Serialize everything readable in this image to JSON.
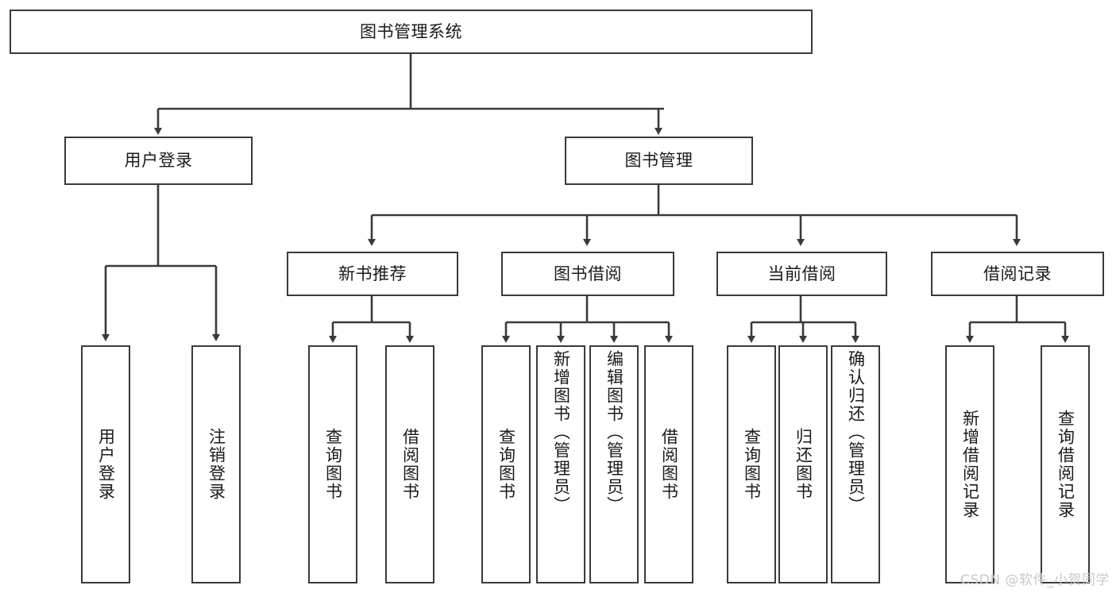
{
  "diagram": {
    "type": "tree-hierarchy",
    "title": "图书管理系统",
    "root": {
      "id": "root",
      "label": "图书管理系统"
    },
    "level1": [
      {
        "id": "user-login",
        "label": "用户登录"
      },
      {
        "id": "book-management",
        "label": "图书管理"
      }
    ],
    "level2": [
      {
        "id": "new-book-recommend",
        "label": "新书推荐",
        "parent": "book-management"
      },
      {
        "id": "book-borrow",
        "label": "图书借阅",
        "parent": "book-management"
      },
      {
        "id": "current-borrow",
        "label": "当前借阅",
        "parent": "book-management"
      },
      {
        "id": "borrow-record",
        "label": "借阅记录",
        "parent": "book-management"
      }
    ],
    "leaves": [
      {
        "id": "leaf-user-login",
        "label": "用户登录",
        "parent": "user-login"
      },
      {
        "id": "leaf-logout",
        "label": "注销登录",
        "parent": "user-login"
      },
      {
        "id": "leaf-query-book-1",
        "label": "查询图书",
        "parent": "new-book-recommend"
      },
      {
        "id": "leaf-borrow-book-1",
        "label": "借阅图书",
        "parent": "new-book-recommend"
      },
      {
        "id": "leaf-query-book-2",
        "label": "查询图书",
        "parent": "book-borrow"
      },
      {
        "id": "leaf-add-book",
        "label": "新增图书（管理员）",
        "parent": "book-borrow"
      },
      {
        "id": "leaf-edit-book",
        "label": "编辑图书（管理员）",
        "parent": "book-borrow"
      },
      {
        "id": "leaf-borrow-book-2",
        "label": "借阅图书",
        "parent": "book-borrow"
      },
      {
        "id": "leaf-query-book-3",
        "label": "查询图书",
        "parent": "current-borrow"
      },
      {
        "id": "leaf-return-book",
        "label": "归还图书",
        "parent": "current-borrow"
      },
      {
        "id": "leaf-confirm-return",
        "label": "确认归还（管理员）",
        "parent": "current-borrow"
      },
      {
        "id": "leaf-add-record",
        "label": "新增借阅记录",
        "parent": "borrow-record"
      },
      {
        "id": "leaf-query-record",
        "label": "查询借阅记录",
        "parent": "borrow-record"
      }
    ],
    "colors": {
      "box_border": "#3a3a3a",
      "box_fill": "#ffffff",
      "edge": "#3a3a3a",
      "text": "#1a1a1a",
      "watermark": "#c9c9c9",
      "background": "#ffffff"
    }
  },
  "watermark": {
    "text": "CSDN @软件_小贺同学"
  }
}
